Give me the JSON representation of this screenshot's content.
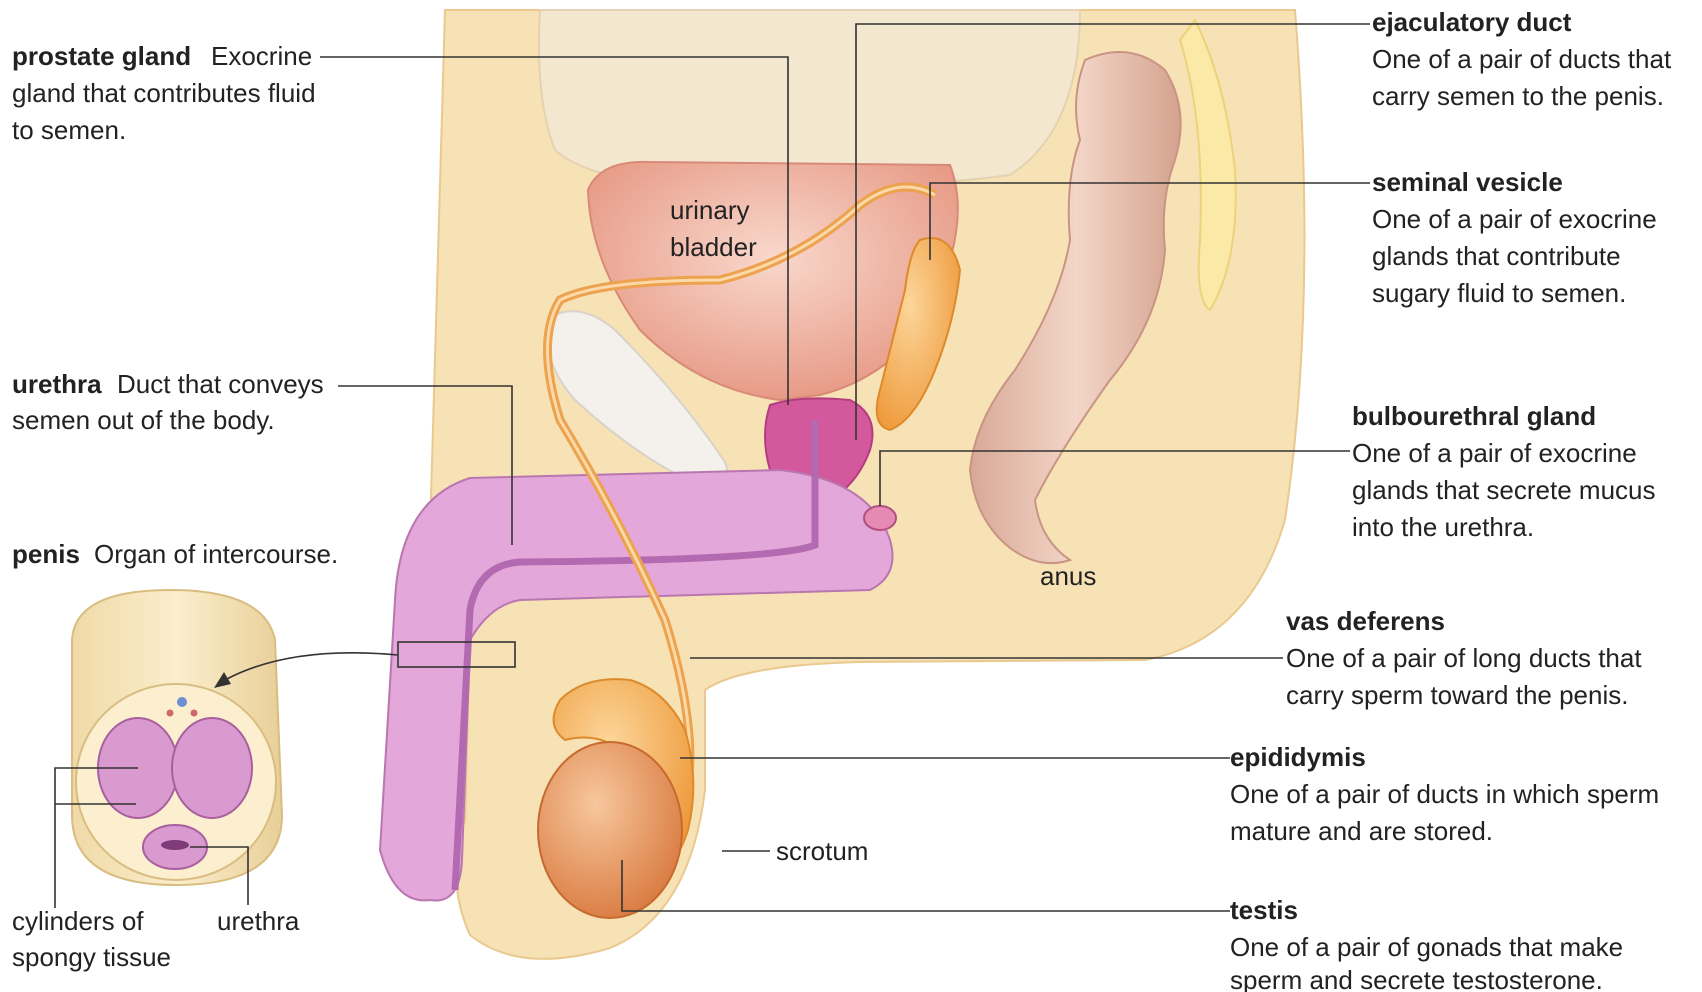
{
  "labels": {
    "prostate": {
      "term": "prostate gland",
      "desc_1": "Exocrine",
      "desc_2": "gland that contributes fluid",
      "desc_3": "to semen."
    },
    "urethra": {
      "term": "urethra",
      "desc_1": "Duct that conveys",
      "desc_2": "semen out of the body."
    },
    "penis": {
      "term": "penis",
      "desc": "Organ of intercourse."
    },
    "cross_section": {
      "cylinders_1": "cylinders of",
      "cylinders_2": "spongy tissue",
      "urethra": "urethra"
    },
    "ejaculatory": {
      "term": "ejaculatory duct",
      "desc_1": "One of a pair of ducts that",
      "desc_2": "carry semen to the penis."
    },
    "seminal": {
      "term": "seminal vesicle",
      "desc_1": "One of a pair of exocrine",
      "desc_2": "glands that contribute",
      "desc_3": "sugary fluid to semen."
    },
    "bulbourethral": {
      "term": "bulbourethral gland",
      "desc_1": "One of a pair of exocrine",
      "desc_2": "glands that secrete mucus",
      "desc_3": "into the urethra."
    },
    "vas": {
      "term": "vas deferens",
      "desc_1": "One of a pair of long ducts that",
      "desc_2": "carry sperm toward the penis."
    },
    "epididymis": {
      "term": "epididymis",
      "desc_1": "One of a pair of ducts in which sperm",
      "desc_2": "mature and are stored."
    },
    "testis": {
      "term": "testis",
      "desc_1": "One of a pair of gonads that make",
      "desc_2": "sperm and secrete testosterone."
    },
    "bladder_1": "urinary",
    "bladder_2": "bladder",
    "anus": "anus",
    "scrotum": "scrotum"
  },
  "colors": {
    "skin": "#f7e2b5",
    "skin_edge": "#e9c98f",
    "bladder": "#f2b9a5",
    "penis_tissue": "#d99ad0",
    "urethra_tube": "#b36ab0",
    "gland_orange": "#f5b15a",
    "testis": "#e8915a",
    "rectum": "#e8bfae"
  }
}
